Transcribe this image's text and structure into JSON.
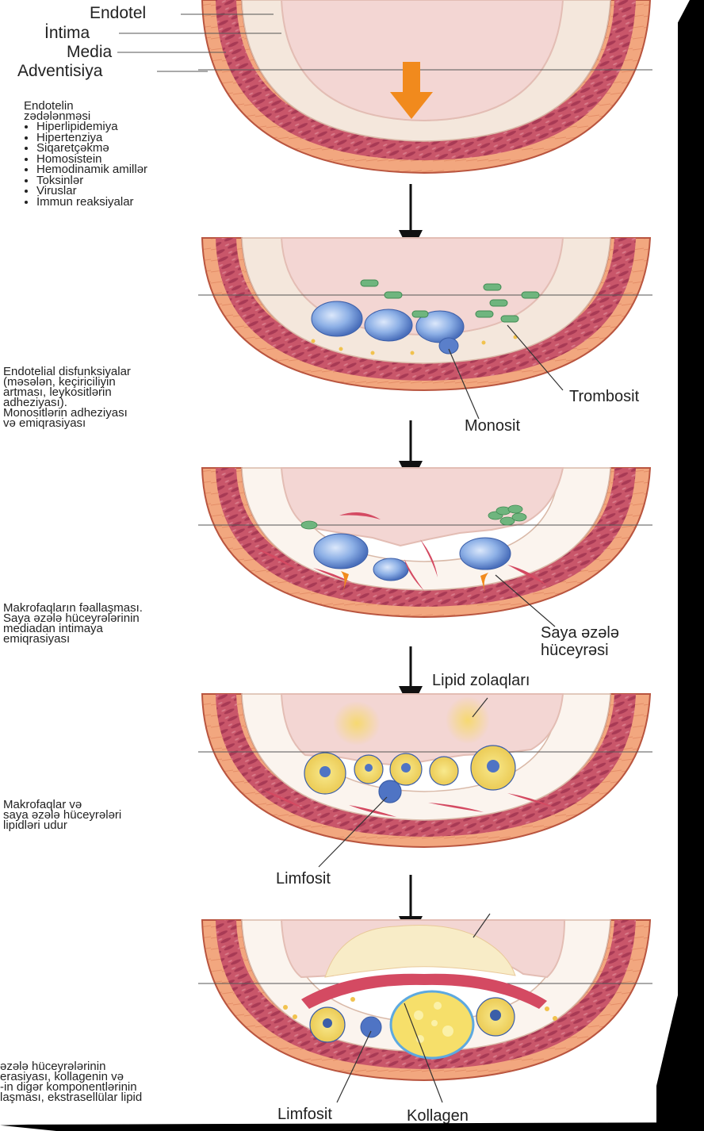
{
  "layer_labels": {
    "endotel": "Endotel",
    "intima": "İntima",
    "media": "Media",
    "adventisiya": "Adventisiya"
  },
  "stages": [
    {
      "caption_heading": "Endotelin\nzədələnməsi",
      "bullets": [
        "Hiperlipidemiya",
        "Hipertenziya",
        "Siqaretçəkmə",
        "Homosistein",
        "Hemodinamik amillər",
        "Toksinlər",
        "Viruslar",
        "İmmun reaksiyalar"
      ]
    },
    {
      "caption": "Endotelial disfunksiyalar\n(məsələn, keçiriciliyin\nartması, leykositlərin\nadheziyası).\nMonositlərin adheziyası\nvə emiqrasiyası",
      "labels": {
        "trombosit": "Trombosit",
        "monosit": "Monosit"
      }
    },
    {
      "caption": "Makrofaqların fəallaşması.\nSaya əzələ hüceyrələrinin\nmediadan intimaya\nemiqrasiyası",
      "labels": {
        "saya": "Saya əzələ\nhüceyrəsi"
      }
    },
    {
      "caption": "Makrofaqlar və\nsaya əzələ hüceyrələri\nlipidləri udur",
      "labels": {
        "lipid": "Lipid zolaqları",
        "limfosit": "Limfosit"
      }
    },
    {
      "caption": "əzələ hüceyrələrinin\nerasiyası, kollagenin və\n-in digər komponentlərinin\nlaşması, ekstrasellülar lipid",
      "labels": {
        "limfosit": "Limfosit",
        "kollagen": "Kollagen"
      }
    }
  ],
  "colors": {
    "adventitia": "#f2a77f",
    "media": "#c9566a",
    "intima": "#f4e7dc",
    "lumen": "#f3d6d3",
    "arrow_orange": "#f18a1d",
    "cell_blue": "#6f93d4",
    "platelet_green": "#6fb57e",
    "lipid_yellow": "#f3d64c"
  }
}
